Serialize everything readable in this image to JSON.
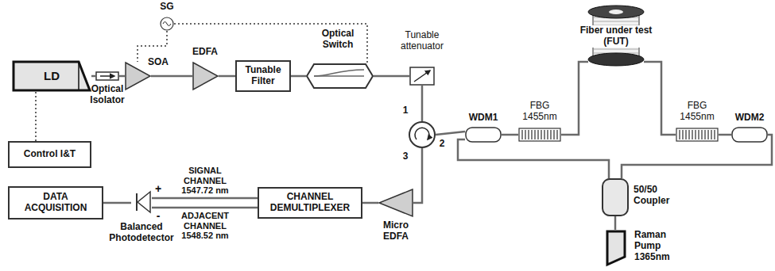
{
  "diagram": {
    "nodes": [
      {
        "text": [
          "LD"
        ]
      },
      {
        "text": [
          "Control I&T"
        ]
      },
      {
        "text": [
          "Optical Isolator"
        ]
      },
      {
        "text": [
          "SG"
        ]
      },
      {
        "text": [
          "SOA"
        ]
      },
      {
        "text": [
          "EDFA"
        ]
      },
      {
        "text": [
          "Tunable Filter"
        ]
      },
      {
        "text": [
          "Optical Switch"
        ]
      },
      {
        "text": [
          "Tunable attenuator"
        ]
      },
      {
        "text": [
          "1",
          "2",
          "3"
        ]
      },
      {
        "text": [
          "WDM1"
        ]
      },
      {
        "text": [
          "FBG 1455nm"
        ]
      },
      {
        "text": [
          "Fiber under test (FUT)"
        ]
      },
      {
        "text": [
          "FBG 1455nm"
        ]
      },
      {
        "text": [
          "WDM2"
        ]
      },
      {
        "text": [
          "50/50 Coupler"
        ]
      },
      {
        "text": [
          "Raman Pump 1365nm"
        ]
      },
      {
        "text": [
          "Micro EDFA"
        ]
      },
      {
        "text": [
          "CHANNEL DEMULTIPLEXER"
        ]
      },
      {
        "text": [
          "+",
          "-",
          "Balanced Photodetector"
        ]
      },
      {
        "text": [
          "DATA ACQUISITION"
        ]
      }
    ],
    "edges": [
      {
        "from": 0,
        "to": 2,
        "arrow": "none"
      },
      {
        "from": 0,
        "to": 1,
        "arrow": "none"
      },
      {
        "from": 2,
        "to": 4,
        "arrow": "none"
      },
      {
        "from": 3,
        "to": 4,
        "arrow": "none"
      },
      {
        "from": 4,
        "to": 5,
        "arrow": "none"
      },
      {
        "from": 3,
        "to": 7,
        "arrow": "none"
      },
      {
        "from": 5,
        "to": 6,
        "arrow": "none"
      },
      {
        "from": 6,
        "to": 7,
        "arrow": "none"
      },
      {
        "from": 7,
        "to": 8,
        "arrow": "none"
      },
      {
        "from": 8,
        "to": 9,
        "arrow": "none"
      },
      {
        "from": 9,
        "to": 10,
        "arrow": "none"
      },
      {
        "from": 9,
        "to": 17,
        "arrow": "none"
      },
      {
        "from": 10,
        "to": 11,
        "arrow": "none"
      },
      {
        "from": 11,
        "to": 12,
        "arrow": "none"
      },
      {
        "from": 12,
        "to": 13,
        "arrow": "none"
      },
      {
        "from": 13,
        "to": 14,
        "arrow": "none"
      },
      {
        "from": 10,
        "to": 15,
        "arrow": "none"
      },
      {
        "from": 14,
        "to": 15,
        "arrow": "none"
      },
      {
        "from": 15,
        "to": 16,
        "arrow": "none"
      },
      {
        "from": 17,
        "to": 18,
        "arrow": "none"
      },
      {
        "from": 18,
        "to": 19,
        "label": "SIGNAL CHANNEL 1547.72 nm",
        "arrow": "none"
      },
      {
        "from": 18,
        "to": 19,
        "label": "ADJACENT CHANNEL 1548.52 nm",
        "arrow": "none"
      },
      {
        "from": 19,
        "to": 20,
        "arrow": "none"
      }
    ]
  }
}
